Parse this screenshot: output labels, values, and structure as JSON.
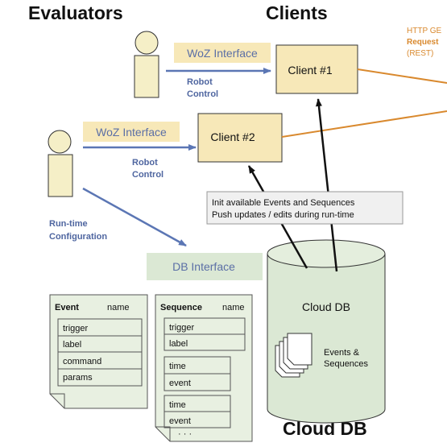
{
  "headings": {
    "evaluators": "Evaluators",
    "clients": "Clients",
    "cloud_db": "Cloud DB"
  },
  "woz_interface_1": "WoZ Interface",
  "woz_interface_2": "WoZ Interface",
  "robot_control_1": [
    "Robot",
    "Control"
  ],
  "robot_control_2": [
    "Robot",
    "Control"
  ],
  "client_1": "Client  #1",
  "client_2": "Client  #2",
  "http_note": [
    "HTTP GE",
    "Request",
    "(REST)"
  ],
  "callout": [
    "Init available Events and Sequences",
    "Push updates / edits during run-time"
  ],
  "runtime_config": [
    "Run-time",
    "Configuration"
  ],
  "db_interface": "DB Interface",
  "cylinder_label": "Cloud DB",
  "events_sequences": [
    "Events &",
    "Sequences"
  ],
  "event_doc": {
    "title": "Event",
    "name": "name",
    "fields": [
      "trigger",
      "label",
      "command",
      "params"
    ]
  },
  "sequence_doc": {
    "title": "Sequence",
    "name": "name",
    "fields": [
      "trigger",
      "label"
    ],
    "group1": [
      "time",
      "event"
    ],
    "group2": [
      "time",
      "event"
    ],
    "ellipsis": "· · ·"
  },
  "colors": {
    "interface_fill": "#f7e8b8",
    "db_fill": "#dbe8d4",
    "person_fill": "#f5efc7",
    "arrow_blue": "#5b76b4",
    "label_blue": "#4f66a0",
    "orange": "#d9892e",
    "doc_fill": "#e8f0e1"
  },
  "icons": [
    "person-icon",
    "document-stack-icon",
    "database-cylinder-icon"
  ]
}
